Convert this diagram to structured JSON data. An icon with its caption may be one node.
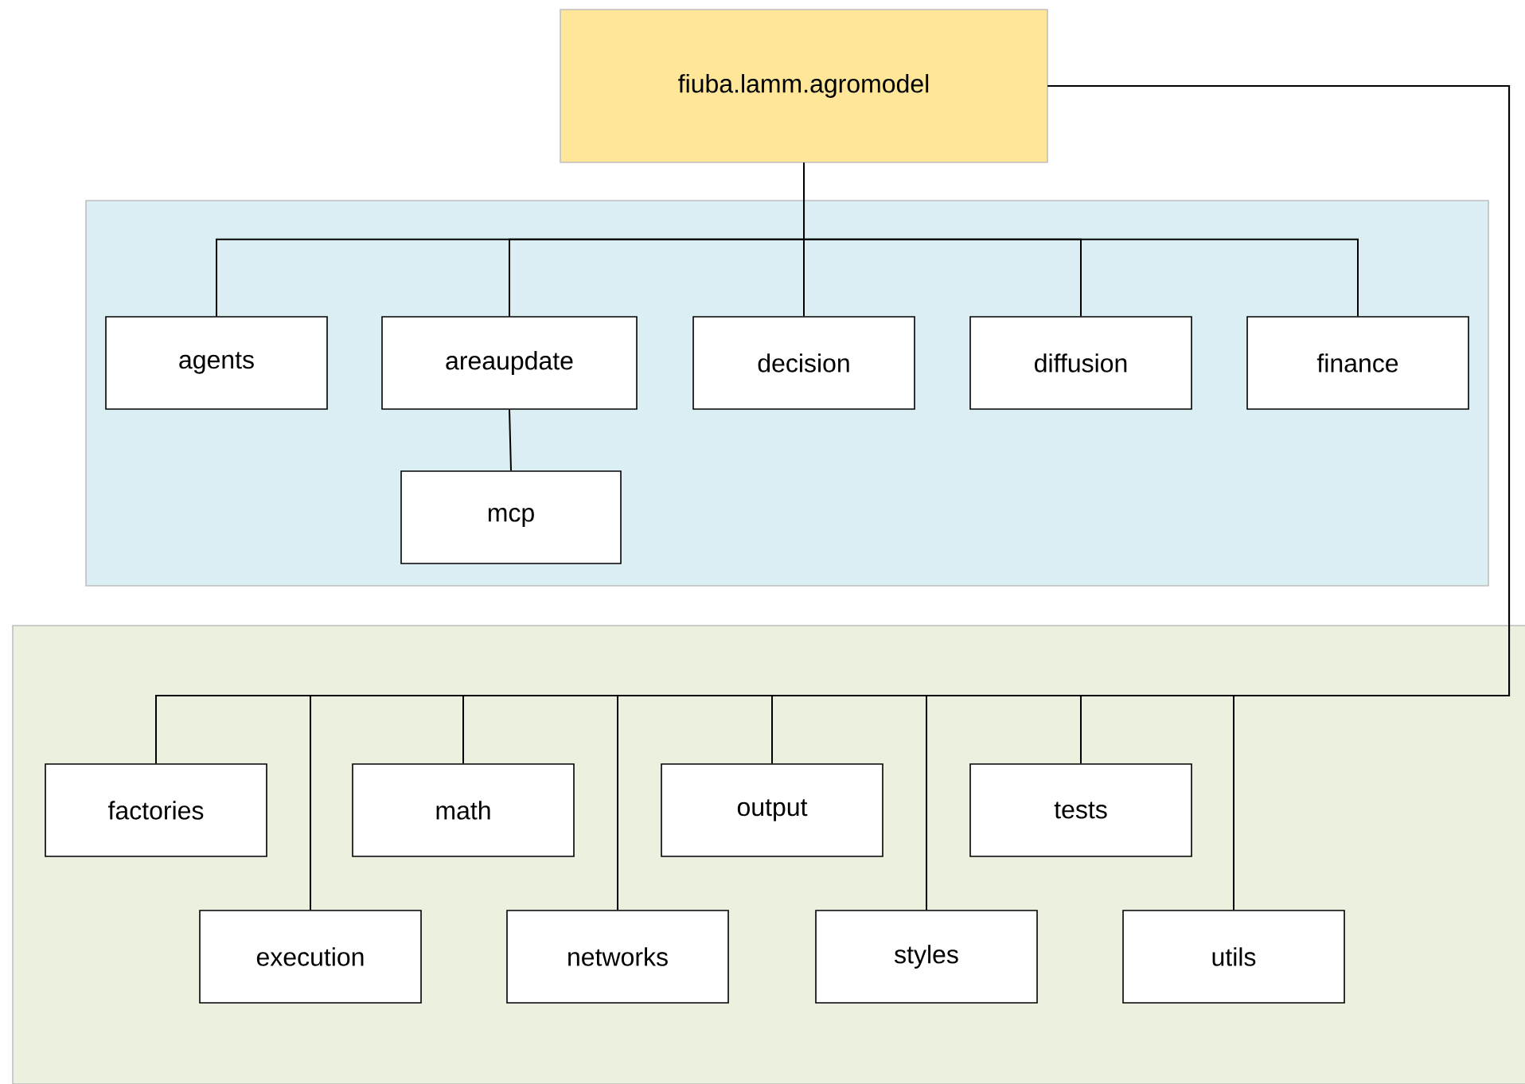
{
  "diagram": {
    "nodes": [
      {
        "text": [
          "fiuba.lamm.agromodel"
        ]
      },
      {
        "text": [],
        "shape": "box"
      },
      {
        "text": [
          "agents"
        ],
        "in": 1
      },
      {
        "text": [
          "areaupdate"
        ],
        "in": 1
      },
      {
        "text": [
          "decision"
        ],
        "in": 1
      },
      {
        "text": [
          "diffusion"
        ],
        "in": 1
      },
      {
        "text": [
          "finance"
        ],
        "in": 1
      },
      {
        "text": [
          "mcp"
        ],
        "in": 1
      },
      {
        "text": [],
        "shape": "box"
      },
      {
        "text": [
          "factories"
        ],
        "in": 8
      },
      {
        "text": [
          "math"
        ],
        "in": 8
      },
      {
        "text": [
          "output"
        ],
        "in": 8
      },
      {
        "text": [
          "tests"
        ],
        "in": 8
      },
      {
        "text": [
          "execution"
        ],
        "in": 8
      },
      {
        "text": [
          "networks"
        ],
        "in": 8
      },
      {
        "text": [
          "styles"
        ],
        "in": 8
      },
      {
        "text": [
          "utils"
        ],
        "in": 8
      }
    ],
    "edges": [
      {
        "from": 0,
        "to": 2,
        "arrow": "none"
      },
      {
        "from": 0,
        "to": 3,
        "arrow": "none"
      },
      {
        "from": 0,
        "to": 4,
        "arrow": "none"
      },
      {
        "from": 0,
        "to": 5,
        "arrow": "none"
      },
      {
        "from": 0,
        "to": 6,
        "arrow": "none"
      },
      {
        "from": 3,
        "to": 7,
        "arrow": "none"
      },
      {
        "from": 0,
        "to": 9,
        "arrow": "none"
      },
      {
        "from": 0,
        "to": 10,
        "arrow": "none"
      },
      {
        "from": 0,
        "to": 11,
        "arrow": "none"
      },
      {
        "from": 0,
        "to": 12,
        "arrow": "none"
      },
      {
        "from": 0,
        "to": 13,
        "arrow": "none"
      },
      {
        "from": 0,
        "to": 14,
        "arrow": "none"
      },
      {
        "from": 0,
        "to": 15,
        "arrow": "none"
      },
      {
        "from": 0,
        "to": 16,
        "arrow": "none"
      }
    ]
  }
}
